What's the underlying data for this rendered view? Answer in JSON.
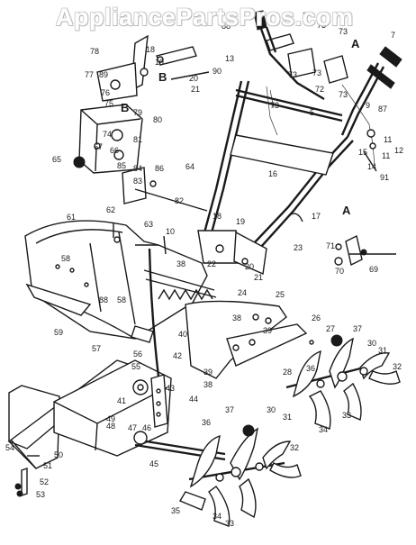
{
  "watermark": "AppliancePartsPros.com",
  "callouts": [
    {
      "label": "88"
    },
    {
      "label": "2"
    },
    {
      "label": "73"
    },
    {
      "label": "73"
    },
    {
      "label": "A"
    },
    {
      "label": "7"
    },
    {
      "label": "13"
    },
    {
      "label": "73"
    },
    {
      "label": "90"
    },
    {
      "label": "73"
    },
    {
      "label": "72"
    },
    {
      "label": "73"
    },
    {
      "label": "73"
    },
    {
      "label": "5"
    },
    {
      "label": "9"
    },
    {
      "label": "87"
    },
    {
      "label": "11"
    },
    {
      "label": "12"
    },
    {
      "label": "15"
    },
    {
      "label": "11"
    },
    {
      "label": "14"
    },
    {
      "label": "91"
    },
    {
      "label": "78"
    },
    {
      "label": "18"
    },
    {
      "label": "19"
    },
    {
      "label": "B"
    },
    {
      "label": "20"
    },
    {
      "label": "21"
    },
    {
      "label": "77"
    },
    {
      "label": "89"
    },
    {
      "label": "76"
    },
    {
      "label": "75"
    },
    {
      "label": "B"
    },
    {
      "label": "79"
    },
    {
      "label": "80"
    },
    {
      "label": "74"
    },
    {
      "label": "81"
    },
    {
      "label": "67"
    },
    {
      "label": "66"
    },
    {
      "label": "65"
    },
    {
      "label": "85"
    },
    {
      "label": "84"
    },
    {
      "label": "83"
    },
    {
      "label": "86"
    },
    {
      "label": "82"
    },
    {
      "label": "64"
    },
    {
      "label": "16"
    },
    {
      "label": "17"
    },
    {
      "label": "61"
    },
    {
      "label": "62"
    },
    {
      "label": "63"
    },
    {
      "label": "10"
    },
    {
      "label": "18"
    },
    {
      "label": "19"
    },
    {
      "label": "23"
    },
    {
      "label": "A"
    },
    {
      "label": "71"
    },
    {
      "label": "70"
    },
    {
      "label": "69"
    },
    {
      "label": "58"
    },
    {
      "label": "38"
    },
    {
      "label": "22"
    },
    {
      "label": "20"
    },
    {
      "label": "21"
    },
    {
      "label": "88"
    },
    {
      "label": "58"
    },
    {
      "label": "24"
    },
    {
      "label": "25"
    },
    {
      "label": "59"
    },
    {
      "label": "40"
    },
    {
      "label": "38"
    },
    {
      "label": "39"
    },
    {
      "label": "26"
    },
    {
      "label": "27"
    },
    {
      "label": "37"
    },
    {
      "label": "57"
    },
    {
      "label": "56"
    },
    {
      "label": "55"
    },
    {
      "label": "42"
    },
    {
      "label": "39"
    },
    {
      "label": "38"
    },
    {
      "label": "28"
    },
    {
      "label": "36"
    },
    {
      "label": "30"
    },
    {
      "label": "31"
    },
    {
      "label": "32"
    },
    {
      "label": "43"
    },
    {
      "label": "41"
    },
    {
      "label": "49"
    },
    {
      "label": "48"
    },
    {
      "label": "47"
    },
    {
      "label": "46"
    },
    {
      "label": "44"
    },
    {
      "label": "33"
    },
    {
      "label": "34"
    },
    {
      "label": "54"
    },
    {
      "label": "50"
    },
    {
      "label": "45"
    },
    {
      "label": "36"
    },
    {
      "label": "37"
    },
    {
      "label": "30"
    },
    {
      "label": "31"
    },
    {
      "label": "32"
    },
    {
      "label": "51"
    },
    {
      "label": "52"
    },
    {
      "label": "53"
    },
    {
      "label": "35"
    },
    {
      "label": "34"
    },
    {
      "label": "33"
    }
  ]
}
